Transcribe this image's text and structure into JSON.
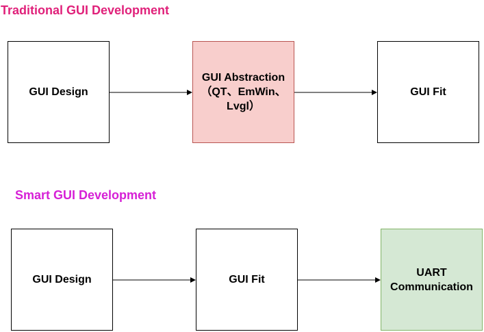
{
  "colors": {
    "traditional_title": "#e0217a",
    "smart_title": "#d61fd6",
    "abstraction_fill": "#f8cecc",
    "abstraction_border": "#b85450",
    "uart_fill": "#d5e8d4",
    "uart_border": "#82b366",
    "default_fill": "#ffffff",
    "default_border": "#000000"
  },
  "traditional": {
    "title": "Traditional GUI Development",
    "steps": [
      "GUI Design",
      "GUI Abstraction\n（QT、EmWin、\nLvgl）",
      "GUI Fit"
    ]
  },
  "smart": {
    "title": "Smart GUI Development",
    "steps": [
      "GUI Design",
      "GUI Fit",
      "UART\nCommunication"
    ]
  }
}
